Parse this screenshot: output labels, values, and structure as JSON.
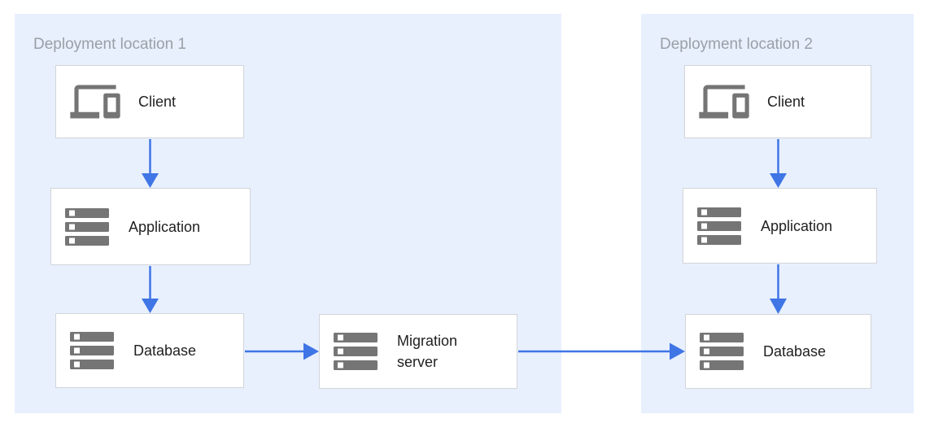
{
  "diagram": {
    "colors": {
      "panel_bg": "#e8f0fe",
      "arrow": "#3f75e5",
      "icon": "#757575",
      "title_text": "#9aa0a6",
      "node_text": "#212121",
      "node_border": "#d2d4d7"
    },
    "panels": [
      {
        "title": "Deployment location 1",
        "nodes": {
          "client_1": {
            "label": "Client",
            "icon": "devices-icon"
          },
          "application_1": {
            "label": "Application",
            "icon": "server-stack-icon"
          },
          "database_1": {
            "label": "Database",
            "icon": "server-stack-icon"
          },
          "migration_server": {
            "label": "Migration server",
            "icon": "server-stack-icon"
          }
        }
      },
      {
        "title": "Deployment location 2",
        "nodes": {
          "client_2": {
            "label": "Client",
            "icon": "devices-icon"
          },
          "application_2": {
            "label": "Application",
            "icon": "server-stack-icon"
          },
          "database_2": {
            "label": "Database",
            "icon": "server-stack-icon"
          }
        }
      }
    ],
    "edges": [
      {
        "from": "client_1",
        "to": "application_1"
      },
      {
        "from": "application_1",
        "to": "database_1"
      },
      {
        "from": "database_1",
        "to": "migration_server"
      },
      {
        "from": "migration_server",
        "to": "database_2"
      },
      {
        "from": "client_2",
        "to": "application_2"
      },
      {
        "from": "application_2",
        "to": "database_2"
      }
    ]
  }
}
